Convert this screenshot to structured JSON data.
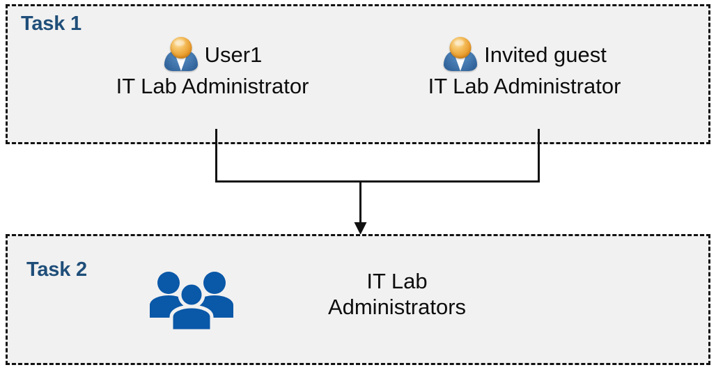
{
  "diagram": {
    "background_color": "#FFFFFF",
    "box_fill_color": "#F1F1F1",
    "box_border_color": "#111111",
    "accent_color": "#1F4E79",
    "icon_blue": "#0A58A8",
    "icon_orange": "#E89A2A"
  },
  "task1": {
    "label": "Task 1",
    "members": [
      {
        "icon": "single-user-icon",
        "name": "User1",
        "role": "IT Lab Administrator"
      },
      {
        "icon": "single-user-icon",
        "name": "Invited guest",
        "role": "IT Lab Administrator"
      }
    ]
  },
  "task2": {
    "label": "Task 2",
    "group": {
      "icon": "user-group-icon",
      "name_line1": "IT Lab",
      "name_line2": "Administrators"
    }
  },
  "connector": {
    "name": "merge-arrow-connector",
    "style": "solid",
    "direction": "down",
    "arrowhead": "filled-triangle"
  }
}
